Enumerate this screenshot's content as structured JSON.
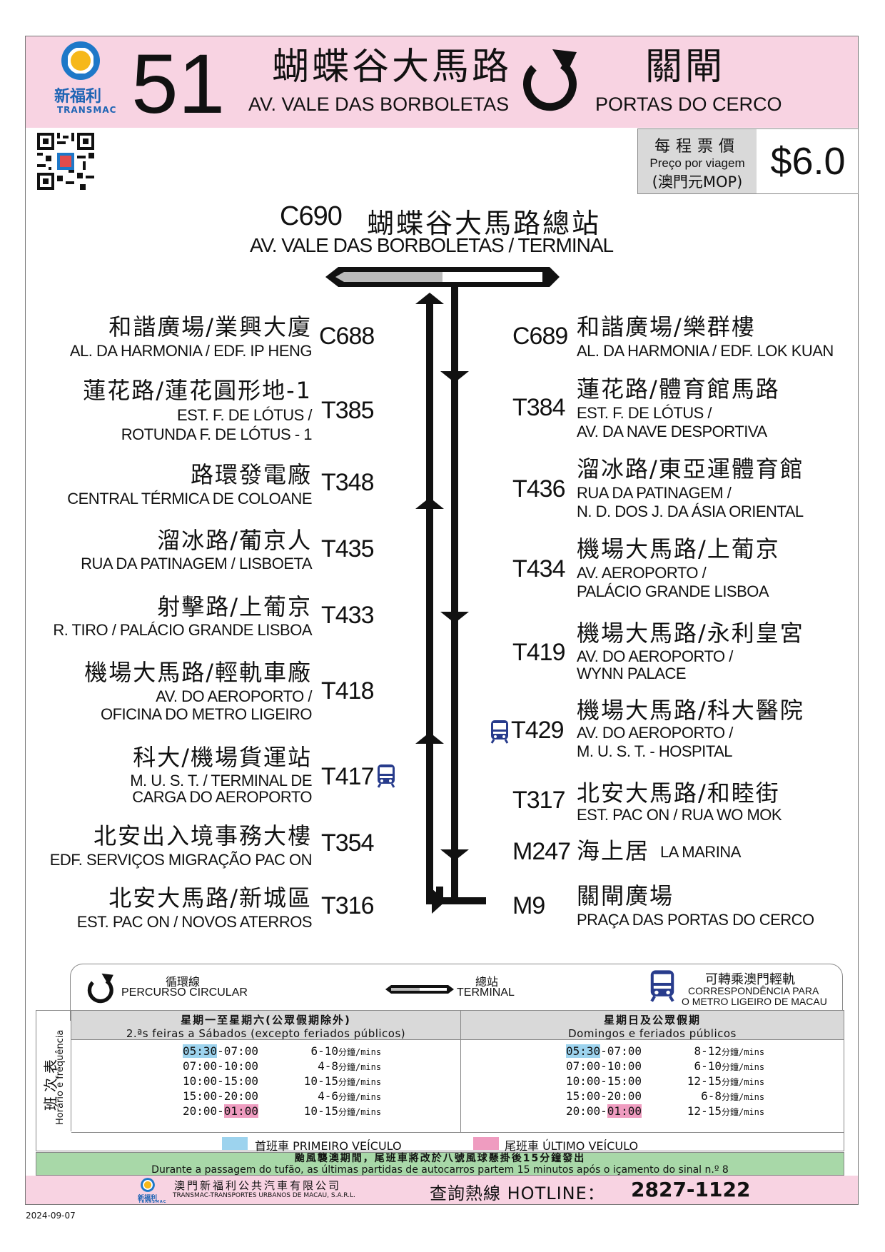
{
  "route": {
    "number": "51",
    "origin_cn": "蝴蝶谷大馬路",
    "origin_pt": "AV. VALE DAS BORBOLETAS",
    "dest_cn": "關閘",
    "dest_pt": "PORTAS DO CERCO",
    "header_bg": "#f8d3e2"
  },
  "brand": {
    "name_cn": "新福利",
    "name_en": "TRANSMAC"
  },
  "fare": {
    "label_cn": "每程票價",
    "label_pt": "Preço por viagem",
    "currency": "(澳門元MOP)",
    "value": "$6.0"
  },
  "terminal": {
    "code": "C690",
    "name_cn": "蝴蝶谷大馬路總站",
    "name_pt": "AV. VALE DAS BORBOLETAS / TERMINAL"
  },
  "stops_left": [
    {
      "cn": "和諧廣場/業興大廈",
      "pt1": "AL. DA HARMONIA / EDF. IP HENG",
      "pt2": "",
      "code": "C688"
    },
    {
      "cn": "蓮花路/蓮花圓形地-1",
      "pt1": "EST. F. DE LÓTUS /",
      "pt2": "ROTUNDA F. DE LÓTUS - 1",
      "code": "T385"
    },
    {
      "cn": "路環發電廠",
      "pt1": "CENTRAL TÉRMICA DE COLOANE",
      "pt2": "",
      "code": "T348"
    },
    {
      "cn": "溜冰路/葡京人",
      "pt1": "RUA DA PATINAGEM / LISBOETA",
      "pt2": "",
      "code": "T435"
    },
    {
      "cn": "射擊路/上葡京",
      "pt1": "R. TIRO / PALÁCIO GRANDE LISBOA",
      "pt2": "",
      "code": "T433"
    },
    {
      "cn": "機場大馬路/輕軌車廠",
      "pt1": "AV. DO AEROPORTO /",
      "pt2": "OFICINA DO METRO LIGEIRO",
      "code": "T418"
    },
    {
      "cn": "科大/機場貨運站",
      "pt1": "M. U. S. T. / TERMINAL DE",
      "pt2": "CARGA DO AEROPORTO",
      "code": "T417"
    },
    {
      "cn": "北安出入境事務大樓",
      "pt1": "EDF. SERVIÇOS MIGRAÇÃO PAC ON",
      "pt2": "",
      "code": "T354"
    },
    {
      "cn": "北安大馬路/新城區",
      "pt1": "EST. PAC ON / NOVOS ATERROS",
      "pt2": "",
      "code": "T316"
    }
  ],
  "stops_right": [
    {
      "code": "C689",
      "cn": "和諧廣場/樂群樓",
      "pt1": "AL. DA HARMONIA / EDF. LOK KUAN",
      "pt2": ""
    },
    {
      "code": "T384",
      "cn": "蓮花路/體育館馬路",
      "pt1": "EST. F. DE LÓTUS /",
      "pt2": "AV. DA NAVE DESPORTIVA"
    },
    {
      "code": "T436",
      "cn": "溜冰路/東亞運體育館",
      "pt1": "RUA DA PATINAGEM /",
      "pt2": "N. D. DOS J. DA ÁSIA ORIENTAL"
    },
    {
      "code": "T434",
      "cn": "機場大馬路/上葡京",
      "pt1": "AV. AEROPORTO /",
      "pt2": "PALÁCIO GRANDE LISBOA"
    },
    {
      "code": "T419",
      "cn": "機場大馬路/永利皇宮",
      "pt1": "AV. DO AEROPORTO /",
      "pt2": "WYNN PALACE"
    },
    {
      "code": "T429",
      "cn": "機場大馬路/科大醫院",
      "pt1": "AV. DO AEROPORTO /",
      "pt2": "M. U. S. T. - HOSPITAL"
    },
    {
      "code": "T317",
      "cn": "北安大馬路/和睦街",
      "pt1": "EST. PAC ON / RUA WO MOK",
      "pt2": ""
    },
    {
      "code": "M247",
      "cn": "海上居",
      "pt1": "LA MARINA",
      "pt2": ""
    },
    {
      "code": "M9",
      "cn": "關閘廣場",
      "pt1": "PRAÇA DAS PORTAS DO CERCO",
      "pt2": ""
    }
  ],
  "legend": {
    "circular_cn": "循環線",
    "circular_pt": "PERCURSO CIRCULAR",
    "terminal_cn": "總站",
    "terminal_pt": "TERMINAL",
    "lrt_cn": "可轉乘澳門輕軌",
    "lrt_pt1": "CORRESPONDÊNCIA PARA",
    "lrt_pt2": "O METRO LIGEIRO DE MACAU"
  },
  "timetable": {
    "side_cn": "班次表",
    "side_pt": "Horário e frequência",
    "weekday": {
      "title_cn": "星期一至星期六(公眾假期除外)",
      "title_pt": "2.ªs feiras a Sábados (excepto feriados públicos)",
      "rows": [
        {
          "start": "05:30",
          "end": "-07:00",
          "freq": "6-10",
          "unit": "分鐘/mins"
        },
        {
          "start": "07:00",
          "end": "-10:00",
          "freq": "4-8",
          "unit": "分鐘/mins"
        },
        {
          "start": "10:00",
          "end": "-15:00",
          "freq": "10-15",
          "unit": "分鐘/mins"
        },
        {
          "start": "15:00",
          "end": "-20:00",
          "freq": "4-6",
          "unit": "分鐘/mins"
        },
        {
          "start": "20:00-",
          "end": "01:00",
          "freq": "10-15",
          "unit": "分鐘/mins"
        }
      ]
    },
    "holiday": {
      "title_cn": "星期日及公眾假期",
      "title_pt": "Domingos e feriados públicos",
      "rows": [
        {
          "start": "05:30",
          "end": "-07:00",
          "freq": "8-12",
          "unit": "分鐘/mins"
        },
        {
          "start": "07:00",
          "end": "-10:00",
          "freq": "6-10",
          "unit": "分鐘/mins"
        },
        {
          "start": "10:00",
          "end": "-15:00",
          "freq": "12-15",
          "unit": "分鐘/mins"
        },
        {
          "start": "15:00",
          "end": "-20:00",
          "freq": "6-8",
          "unit": "分鐘/mins"
        },
        {
          "start": "20:00-",
          "end": "01:00",
          "freq": "12-15",
          "unit": "分鐘/mins"
        }
      ]
    },
    "first_bus": "首班車 PRIMEIRO VEÍCULO",
    "last_bus": "尾班車 ÚLTIMO VEÍCULO",
    "first_color": "#9dd3ee",
    "last_color": "#ef9cc0"
  },
  "typhoon": {
    "cn": "颱風襲澳期間，尾班車將改於八號風球懸掛後15分鐘發出",
    "pt": "Durante a passagem do tufão, as últimas partidas de autocarros partem 15 minutos após o içamento do sinal n.º 8",
    "bg": "#a8d8a8"
  },
  "footer": {
    "company_cn": "澳門新福利公共汽車有限公司",
    "company_pt": "TRANSMAC-TRANSPORTES URBANOS DE MACAU, S.A.R.L.",
    "hotline_label": "查詢熱線 HOTLINE：",
    "hotline": "2827-1122",
    "brand_cn": "新福利",
    "brand_en": "TRANSMAC"
  },
  "date": "2024-09-07"
}
